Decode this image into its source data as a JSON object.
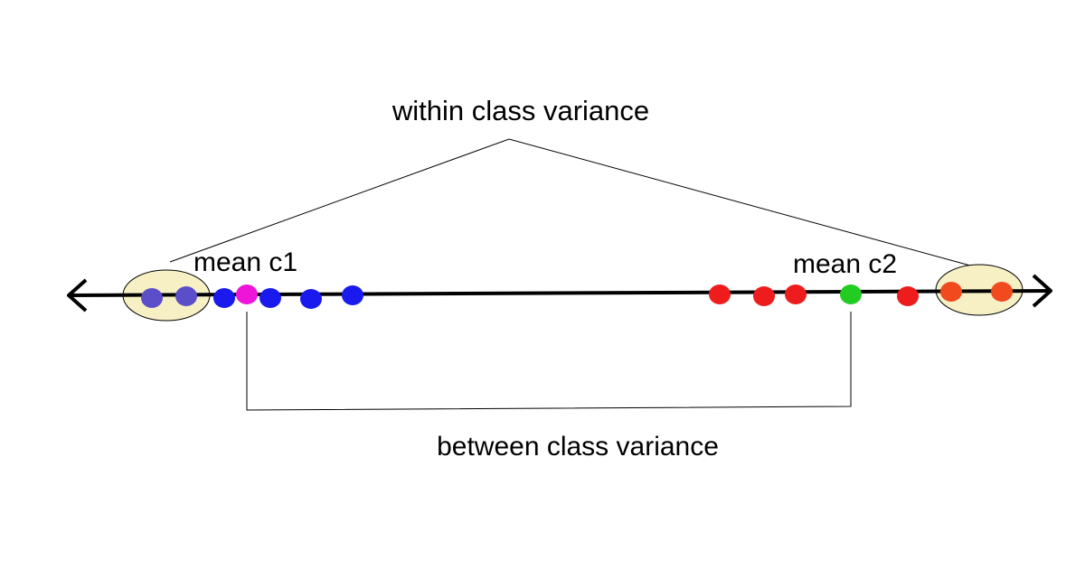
{
  "labels": {
    "within": "within class variance",
    "between": "between class variance",
    "mean_c1": "mean c1",
    "mean_c2": "mean c2"
  },
  "colors": {
    "axis": "#000000",
    "class1_point": "#1a1aee",
    "class1_outlier_point": "#5a4fc8",
    "class2_point": "#ee1c1c",
    "class2_outlier_point": "#f04a1e",
    "mean_c1_point": "#ee14d8",
    "mean_c2_point": "#22cc22",
    "highlight_fill": "#f7f0c4",
    "connector_line": "#000000"
  },
  "points": {
    "class1_outliers": 2,
    "class1_regular": 5,
    "class2_regular": 5,
    "class2_outliers": 2
  }
}
